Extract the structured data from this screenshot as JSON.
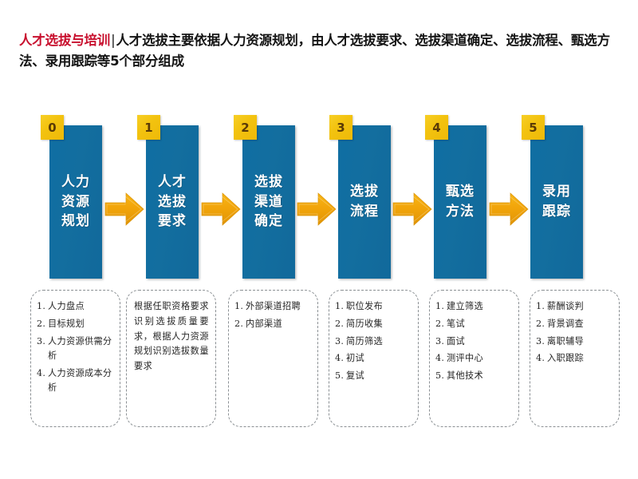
{
  "title": {
    "highlight": "人才选拔与培训",
    "separator": "|",
    "rest": "人才选拔主要依据人力资源规划，由人才选拔要求、选拔渠道确定、选拔流程、甄选方法、录用跟踪等5个部分组成",
    "highlight_color": "#C8102E",
    "rest_color": "#141414"
  },
  "colors": {
    "box_blue": "#136E9F",
    "badge_yellow": "#F3C310",
    "badge_digit": "#5A3A07",
    "arrow_orange": "#F0A60C",
    "card_border": "#8A8F93",
    "background": "#FFFFFF"
  },
  "process": {
    "steps": [
      {
        "badge": "0",
        "label": "人力资源规划"
      },
      {
        "badge": "1",
        "label": "人才选拔要求"
      },
      {
        "badge": "2",
        "label": "选拔渠道确定"
      },
      {
        "badge": "3",
        "label": "选拔流程"
      },
      {
        "badge": "4",
        "label": "甄选方法"
      },
      {
        "badge": "5",
        "label": "录用跟踪"
      }
    ],
    "arrow_count": 5,
    "arrow_icon": "right-arrow-icon"
  },
  "cards": [
    {
      "type": "list",
      "items": [
        {
          "num": "1.",
          "text": "人力盘点"
        },
        {
          "num": "2.",
          "text": "目标规划"
        },
        {
          "num": "3.",
          "text": "人力资源供需分析"
        },
        {
          "num": "4.",
          "text": "人力资源成本分析"
        }
      ]
    },
    {
      "type": "paragraph",
      "text": "根据任职资格要求识别选拔质量要求，根据人力资源规划识别选拔数量要求"
    },
    {
      "type": "list",
      "items": [
        {
          "num": "1.",
          "text": "外部渠道招聘"
        },
        {
          "num": "2.",
          "text": "内部渠道"
        }
      ]
    },
    {
      "type": "list",
      "items": [
        {
          "num": "1.",
          "text": "职位发布"
        },
        {
          "num": "2.",
          "text": "简历收集"
        },
        {
          "num": "3.",
          "text": "简历筛选"
        },
        {
          "num": "4.",
          "text": "初试"
        },
        {
          "num": "5.",
          "text": "复试"
        }
      ]
    },
    {
      "type": "list",
      "items": [
        {
          "num": "1.",
          "text": "建立筛选"
        },
        {
          "num": "2.",
          "text": "笔试"
        },
        {
          "num": "3.",
          "text": "面试"
        },
        {
          "num": "4.",
          "text": "测评中心"
        },
        {
          "num": "5.",
          "text": "其他技术"
        }
      ]
    },
    {
      "type": "list",
      "items": [
        {
          "num": "1.",
          "text": "薪酬谈判"
        },
        {
          "num": "2.",
          "text": "背景调查"
        },
        {
          "num": "3.",
          "text": "离职辅导"
        },
        {
          "num": "4.",
          "text": "入职跟踪"
        }
      ]
    }
  ]
}
